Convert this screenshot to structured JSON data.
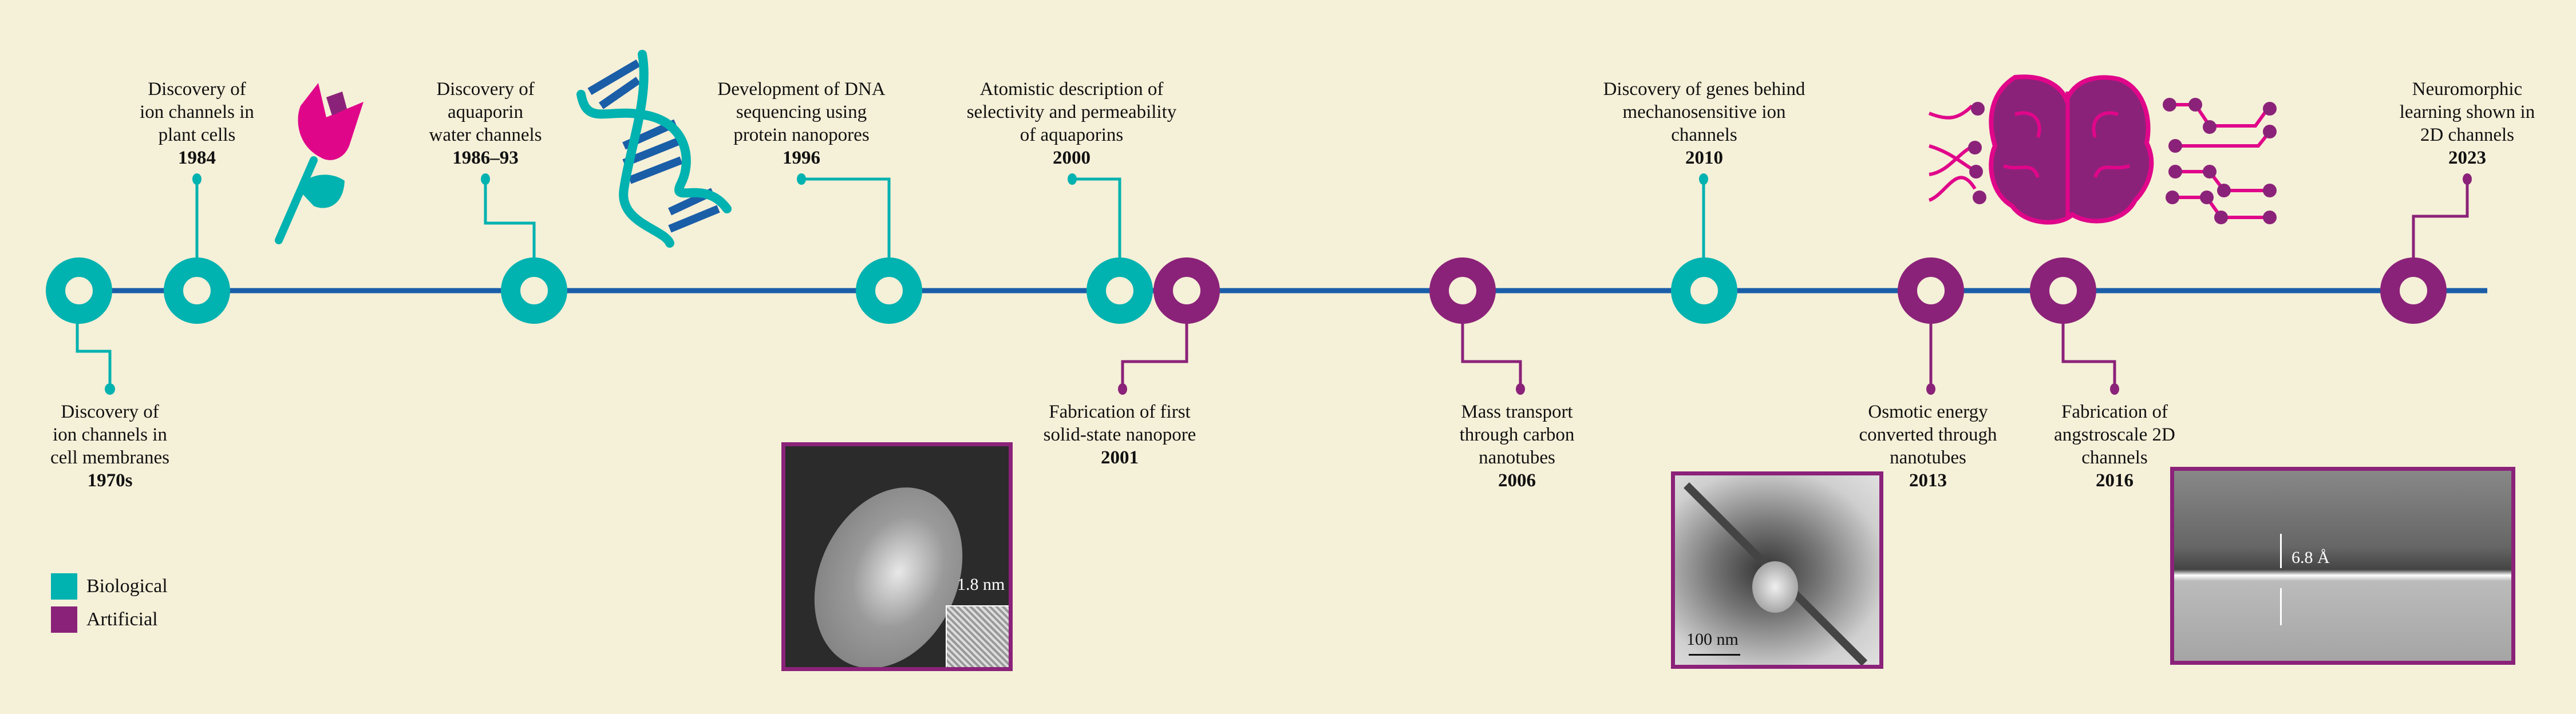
{
  "colors": {
    "background": "#f5f0d8",
    "biological": "#00b2b0",
    "artificial": "#8b2279",
    "timeline": "#1a5ea8",
    "accent_pink": "#e0068a"
  },
  "legend": [
    {
      "label": "Biological",
      "color": "#00b2b0"
    },
    {
      "label": "Artificial",
      "color": "#8b2279"
    }
  ],
  "events": [
    {
      "text": "Discovery of\nion channels in\ncell membranes",
      "year": "1970s",
      "type": "biological"
    },
    {
      "text": "Discovery of\nion channels in\nplant cells",
      "year": "1984",
      "type": "biological"
    },
    {
      "text": "Discovery of\naquaporin\nwater channels",
      "year": "1986–93",
      "type": "biological"
    },
    {
      "text": "Development of DNA\nsequencing using\nprotein nanopores",
      "year": "1996",
      "type": "biological"
    },
    {
      "text": "Atomistic description of\nselectivity and permeability\nof aquaporins",
      "year": "2000",
      "type": "biological"
    },
    {
      "text": "Fabrication of first\nsolid-state nanopore",
      "year": "2001",
      "type": "artificial"
    },
    {
      "text": "Mass transport\nthrough carbon\nnanotubes",
      "year": "2006",
      "type": "artificial"
    },
    {
      "text": "Discovery of genes behind\nmechanosensitive ion\nchannels",
      "year": "2010",
      "type": "biological"
    },
    {
      "text": "Osmotic energy\nconverted through\nnanotubes",
      "year": "2013",
      "type": "artificial"
    },
    {
      "text": "Fabrication of\nangstroscale 2D\nchannels",
      "year": "2016",
      "type": "artificial"
    },
    {
      "text": "Neuromorphic\nlearning shown in\n2D channels",
      "year": "2023",
      "type": "artificial"
    }
  ],
  "images": {
    "nanopore": {
      "scale_label": "1.8 nm"
    },
    "nanotube": {
      "scale_label": "100 nm"
    },
    "channel_2d": {
      "scale_label": "6.8 Å"
    }
  },
  "icons": [
    "tulip-icon",
    "dna-icon",
    "brain-circuit-icon"
  ]
}
